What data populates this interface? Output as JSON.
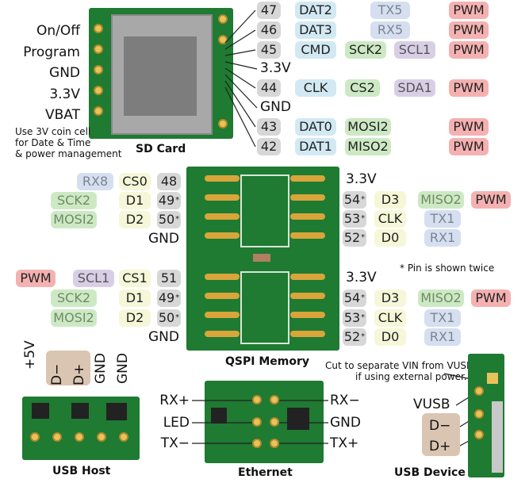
{
  "sd": {
    "left_labels": [
      "On/Off",
      "Program",
      "GND",
      "3.3V",
      "VBAT"
    ],
    "note": [
      "Use 3V coin cell",
      "for Date & Time",
      "& power management"
    ],
    "caption": "SD Card",
    "rows": [
      {
        "pin": "47",
        "fn": "DAT2",
        "alt": "TX5",
        "pwm": "PWM"
      },
      {
        "pin": "46",
        "fn": "DAT3",
        "alt": "RX5",
        "pwm": "PWM"
      },
      {
        "pin": "45",
        "fn": "CMD",
        "spi": "SCK2",
        "i2c": "SCL1",
        "pwm": "PWM"
      },
      {
        "pin": "3.3V"
      },
      {
        "pin": "44",
        "fn": "CLK",
        "spi": "CS2",
        "i2c": "SDA1",
        "pwm": "PWM"
      },
      {
        "pin": "GND"
      },
      {
        "pin": "43",
        "fn": "DAT0",
        "spi": "MOSI2",
        "pwm": "PWM"
      },
      {
        "pin": "42",
        "fn": "DAT1",
        "spi": "MISO2",
        "pwm": "PWM"
      }
    ]
  },
  "qspi": {
    "caption": "QSPI Memory",
    "note": "* Pin is shown twice",
    "top_left": {
      "rx": "RX8",
      "sck": "SCK2",
      "mosi": "MOSI2",
      "cs": "CS0",
      "d1": "D1",
      "d2": "D2",
      "p48": "48",
      "p49": "49",
      "p50": "50",
      "gnd": "GND"
    },
    "bottom_left": {
      "pwm": "PWM",
      "scl": "SCL1",
      "sck": "SCK2",
      "mosi": "MOSI2",
      "cs": "CS1",
      "d1": "D1",
      "d2": "D2",
      "p51": "51",
      "p49": "49",
      "p50": "50",
      "gnd": "GND"
    },
    "top_right": {
      "v33": "3.3V",
      "p54": "54",
      "p53": "53",
      "p52": "52",
      "d3": "D3",
      "clk": "CLK",
      "d0": "D0",
      "miso": "MISO2",
      "pwm": "PWM",
      "tx": "TX1",
      "rx": "RX1"
    },
    "bottom_right": {
      "v33": "3.3V",
      "p54": "54",
      "p53": "53",
      "p52": "52",
      "d3": "D3",
      "clk": "CLK",
      "d0": "D0",
      "miso": "MISO2",
      "pwm": "PWM",
      "tx": "TX1",
      "rx": "RX1"
    }
  },
  "usbhost": {
    "caption": "USB Host",
    "pins": [
      "+5V",
      "D−",
      "D+",
      "GND",
      "GND"
    ]
  },
  "ethernet": {
    "caption": "Ethernet",
    "left": [
      "RX+",
      "LED",
      "TX−"
    ],
    "right": [
      "RX−",
      "GND",
      "TX+"
    ]
  },
  "usbdev": {
    "caption": "USB Device",
    "note": [
      "Cut to separate VIN from VUSB,",
      "if using external power."
    ],
    "vusb": "VUSB",
    "dm": "D−",
    "dp": "D+"
  },
  "colors": {
    "board": "#1f7a32",
    "gray": "#d7d7d7",
    "blue": "#d2e9f3",
    "yellow": "#f6f7d8",
    "green": "#cde9c4",
    "purple": "#d8cfe6",
    "red": "#f5b1b1",
    "lightblue": "#d5dff0"
  }
}
